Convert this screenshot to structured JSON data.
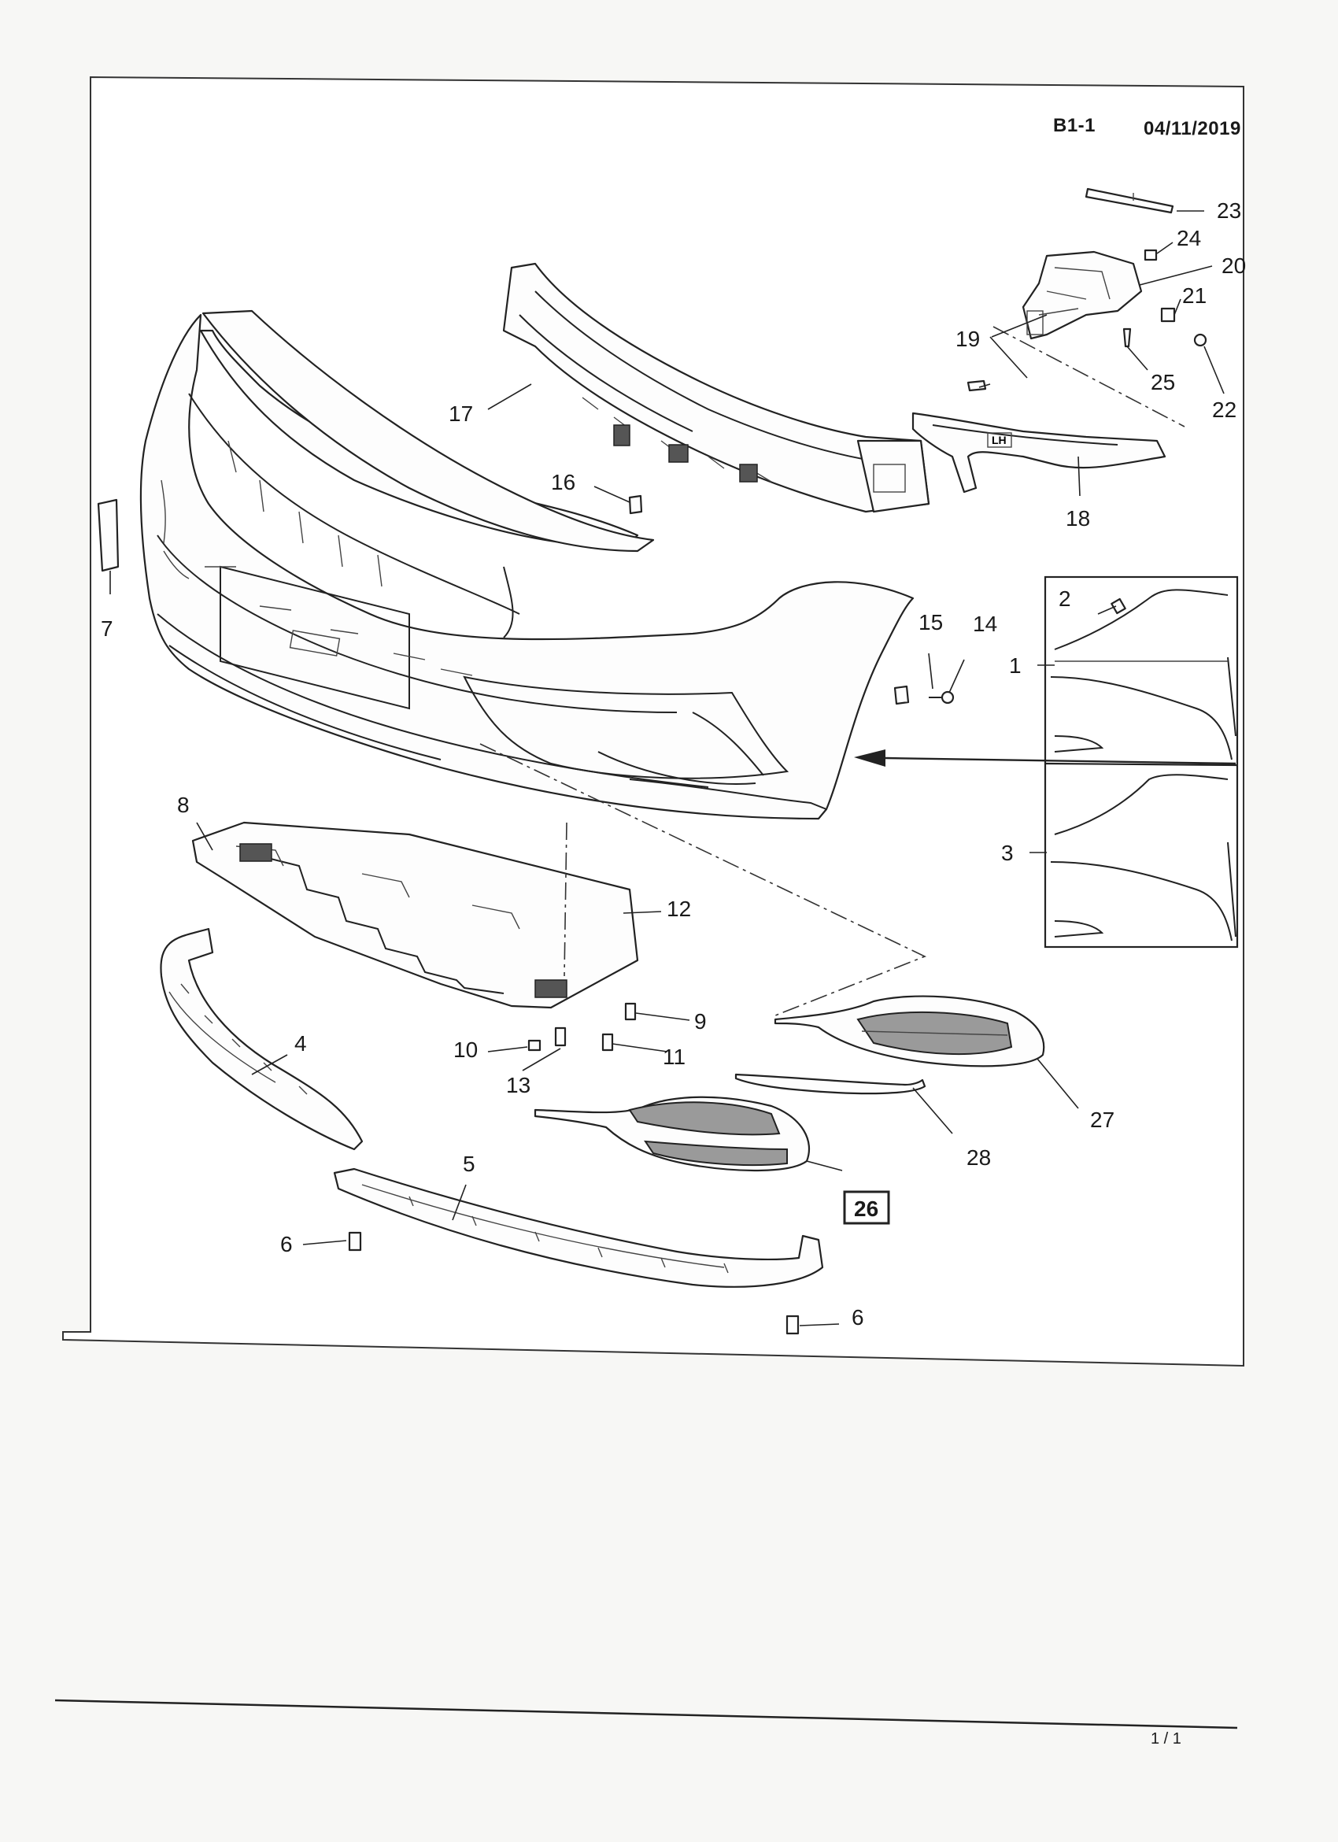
{
  "header": {
    "section_code": "B1-1",
    "date": "04/11/2019"
  },
  "footer": {
    "page_number": "1 / 1"
  },
  "callouts": [
    {
      "id": "1",
      "label": "1"
    },
    {
      "id": "2",
      "label": "2"
    },
    {
      "id": "3",
      "label": "3"
    },
    {
      "id": "4",
      "label": "4"
    },
    {
      "id": "5",
      "label": "5"
    },
    {
      "id": "6a",
      "label": "6"
    },
    {
      "id": "6b",
      "label": "6"
    },
    {
      "id": "7",
      "label": "7"
    },
    {
      "id": "8",
      "label": "8"
    },
    {
      "id": "9",
      "label": "9"
    },
    {
      "id": "10",
      "label": "10"
    },
    {
      "id": "11",
      "label": "11"
    },
    {
      "id": "12",
      "label": "12"
    },
    {
      "id": "13",
      "label": "13"
    },
    {
      "id": "14",
      "label": "14"
    },
    {
      "id": "15",
      "label": "15"
    },
    {
      "id": "16",
      "label": "16"
    },
    {
      "id": "17",
      "label": "17"
    },
    {
      "id": "18",
      "label": "18"
    },
    {
      "id": "19",
      "label": "19"
    },
    {
      "id": "20",
      "label": "20"
    },
    {
      "id": "21",
      "label": "21"
    },
    {
      "id": "22",
      "label": "22"
    },
    {
      "id": "23",
      "label": "23"
    },
    {
      "id": "24",
      "label": "24"
    },
    {
      "id": "25",
      "label": "25"
    },
    {
      "id": "26",
      "label": "26",
      "boxed": true
    },
    {
      "id": "27",
      "label": "27"
    },
    {
      "id": "28",
      "label": "28"
    }
  ],
  "bracket_marking": "LH"
}
